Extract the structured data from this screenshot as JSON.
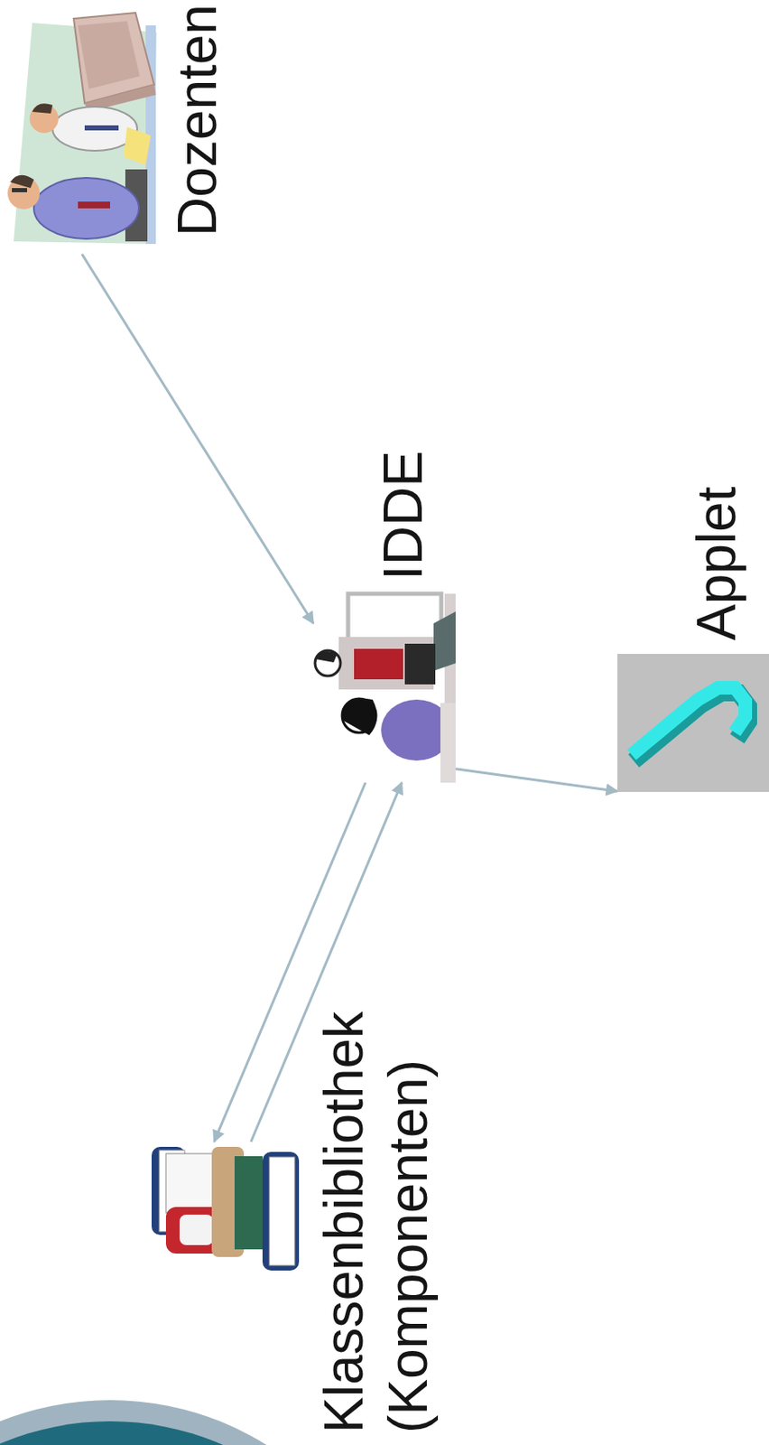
{
  "diagram": {
    "nodes": [
      {
        "text": [
          "Dozenten"
        ]
      },
      {
        "text": [
          "IDDE"
        ]
      },
      {
        "text": [
          "Applet"
        ]
      },
      {
        "text": [
          "Klassenbibliothek (Komponenten)"
        ]
      }
    ],
    "edges": [
      {
        "from": 0,
        "to": 1,
        "arrow": "to"
      },
      {
        "from": 1,
        "to": 2,
        "arrow": "to"
      },
      {
        "from": 1,
        "to": 3,
        "arrow": "to"
      },
      {
        "from": 3,
        "to": 1,
        "arrow": "to"
      }
    ]
  }
}
